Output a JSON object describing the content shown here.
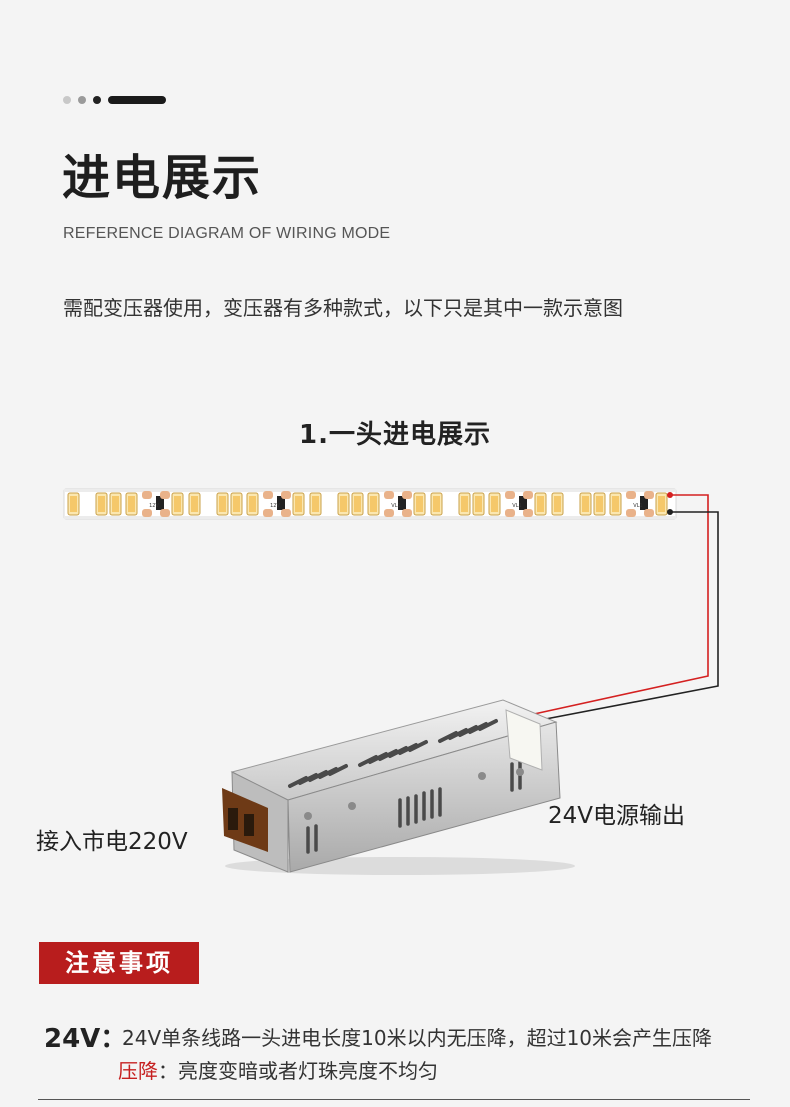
{
  "header": {
    "title": "进电展示",
    "subtitle": "REFERENCE DIAGRAM OF WIRING MODE"
  },
  "description": "需配变压器使用，变压器有多种款式，以下只是其中一款示意图",
  "section": {
    "title": "1.一头进电展示"
  },
  "diagram": {
    "strip_labels": [
      "12V",
      "12V",
      "VL1",
      "VL1",
      "VL1"
    ],
    "input_label": "接入市电220V",
    "output_label": "24V电源输出",
    "wire_colors": {
      "positive": "#d42020",
      "negative": "#222222"
    }
  },
  "notice": {
    "heading": "注意事项",
    "voltage_label": "24V：",
    "line1": "24V单条线路一头进电长度10米以内无压降，超过10米会产生压降",
    "line2_highlight": "压降",
    "line2_rest": "：亮度变暗或者灯珠亮度不均匀"
  },
  "colors": {
    "accent": "#b81d1d",
    "background": "#f4f4f4"
  }
}
